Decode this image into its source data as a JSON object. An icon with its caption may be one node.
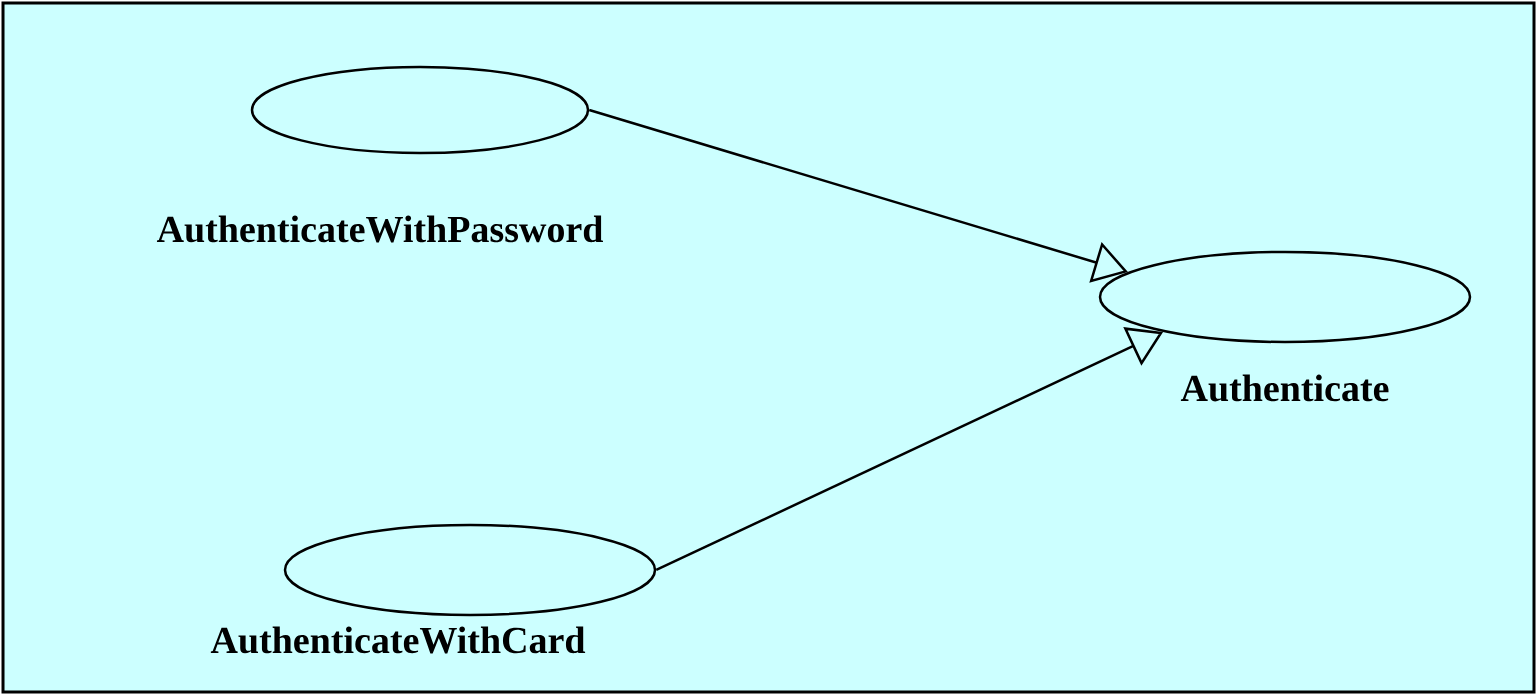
{
  "diagram": {
    "nodes": [
      {
        "text": [
          "AuthenticateWithPassword"
        ]
      },
      {
        "text": [
          "AuthenticateWithCard"
        ]
      },
      {
        "text": [
          "Authenticate"
        ]
      }
    ],
    "edges": [
      {
        "from": 0,
        "to": 2,
        "arrow": "to"
      },
      {
        "from": 1,
        "to": 2,
        "arrow": "to"
      }
    ]
  }
}
